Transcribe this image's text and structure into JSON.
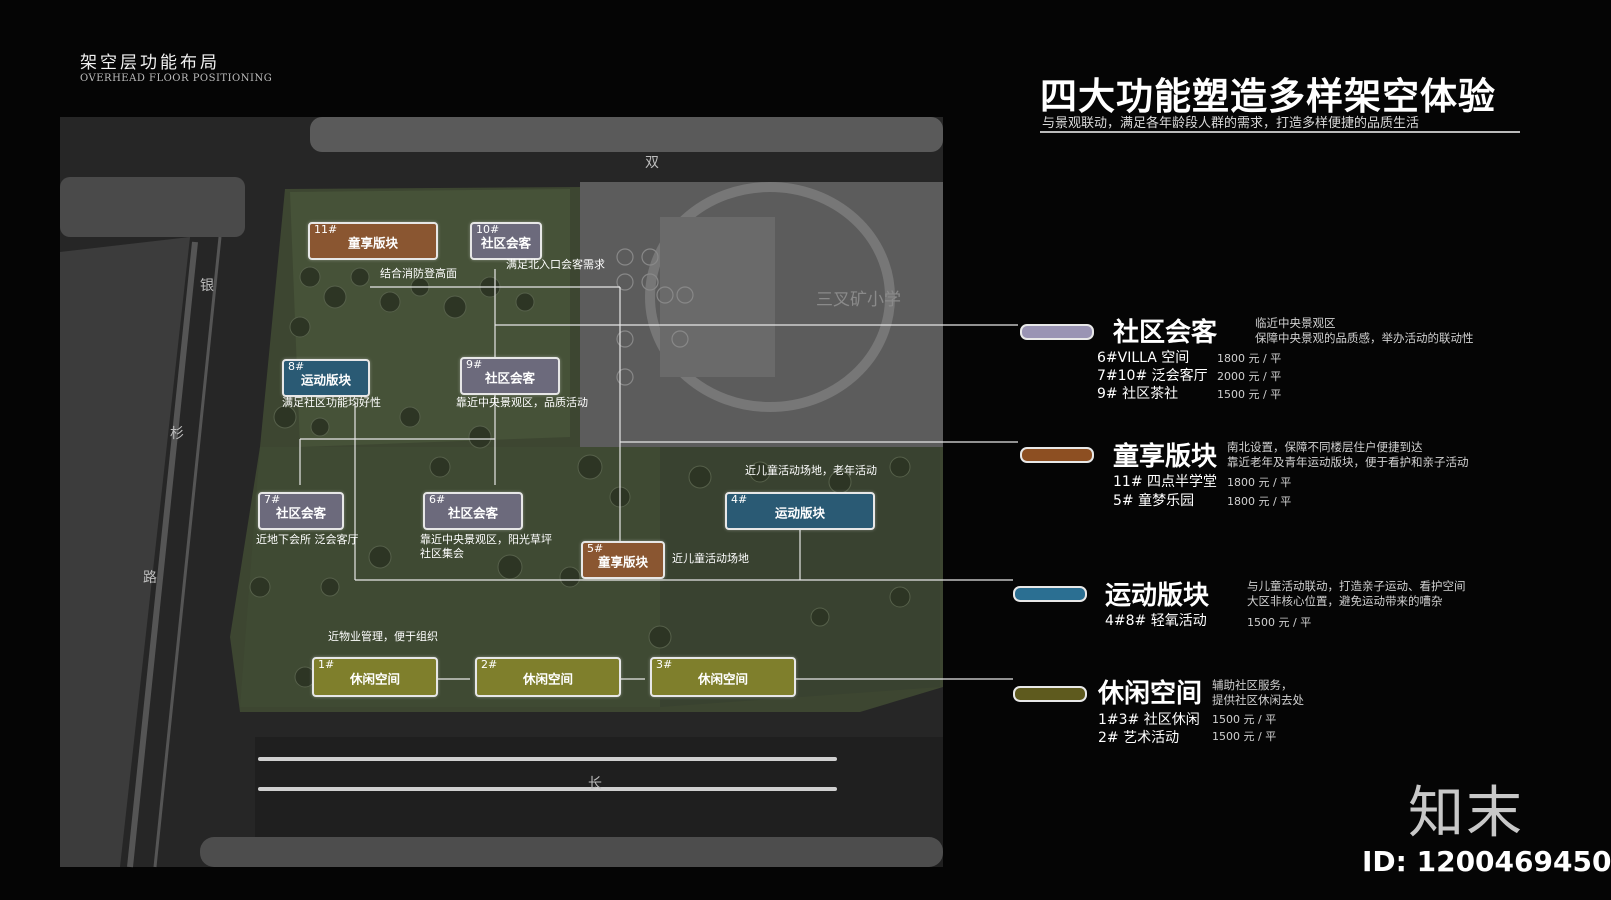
{
  "header": {
    "title": "架空层功能布局",
    "subtitle": "OVERHEAD FLOOR POSITIONING"
  },
  "headline": {
    "title": "四大功能塑造多样架空体验",
    "subtitle": "与景观联动，满足各年龄段人群的需求，打造多样便捷的品质生活"
  },
  "plan": {
    "roads": {
      "north": "双",
      "west_1": "银",
      "west_2": "杉",
      "west_3": "路",
      "south": "长"
    },
    "school": "三叉矿小学",
    "blocks": [
      {
        "num": "11#",
        "label": "童享版块",
        "note": "结合消防登高面"
      },
      {
        "num": "10#",
        "label": "社区会客",
        "note": "满足北入口会客需求"
      },
      {
        "num": "8#",
        "label": "运动版块",
        "note": "满足社区功能均好性"
      },
      {
        "num": "9#",
        "label": "社区会客",
        "note": "靠近中央景观区，品质活动"
      },
      {
        "num": "7#",
        "label": "社区会客",
        "note": "近地下会所 泛会客厅"
      },
      {
        "num": "6#",
        "label": "社区会客",
        "note": "靠近中央景观区，阳光草坪社区集会"
      },
      {
        "num": "5#",
        "label": "童享版块",
        "note": "近儿童活动场地"
      },
      {
        "num": "4#",
        "label": "运动版块",
        "note": "近儿童活动场地，老年活动"
      },
      {
        "num": "1#",
        "label": "休闲空间",
        "note": "近物业管理，便于组织"
      },
      {
        "num": "2#",
        "label": "休闲空间",
        "note": ""
      },
      {
        "num": "3#",
        "label": "休闲空间",
        "note": ""
      }
    ]
  },
  "legend": [
    {
      "color": "#9a94b4",
      "title": "社区会客",
      "desc": [
        "临近中央景观区",
        "保障中央景观的品质感，举办活动的联动性"
      ],
      "items": [
        {
          "name": "6#VILLA 空间",
          "price": "1800 元 / 平"
        },
        {
          "name": "7#10# 泛会客厅",
          "price": "2000 元 / 平"
        },
        {
          "name": "9# 社区茶社",
          "price": "1500 元 / 平"
        }
      ]
    },
    {
      "color": "#8d4f22",
      "title": "童享版块",
      "desc": [
        "南北设置，保障不同楼层住户便捷到达",
        "靠近老年及青年运动版块，便于看护和亲子活动"
      ],
      "items": [
        {
          "name": "11# 四点半学堂",
          "price": "1800 元 / 平"
        },
        {
          "name": "5# 童梦乐园",
          "price": "1800 元 / 平"
        }
      ]
    },
    {
      "color": "#2b6f92",
      "title": "运动版块",
      "desc": [
        "与儿童活动联动，打造亲子运动、看护空间",
        "大区非核心位置，避免运动带来的嘈杂"
      ],
      "items": [
        {
          "name": "4#8# 轻氧活动",
          "price": "1500 元 / 平"
        }
      ]
    },
    {
      "color": "#5e5a1e",
      "title": "休闲空间",
      "desc": [
        "辅助社区服务，",
        "提供社区休闲去处"
      ],
      "items": [
        {
          "name": "1#3# 社区休闲",
          "price": "1500 元 / 平"
        },
        {
          "name": "2# 艺术活动",
          "price": "1500 元 / 平"
        }
      ]
    }
  ],
  "watermark": {
    "logo": "知末",
    "id": "ID: 1200469450"
  },
  "colors": {
    "orange": "#8a5631",
    "purple": "#6c6a7c",
    "blue": "#2a5a74",
    "olive": "#7f7f2c",
    "background": "#050505"
  }
}
